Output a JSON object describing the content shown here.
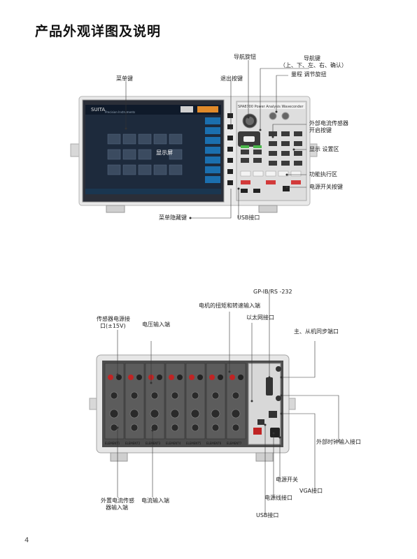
{
  "page": {
    "title": "产品外观详图及说明",
    "page_number": "4"
  },
  "front_panel": {
    "brand": "SUITA",
    "brand_sub": "Precision Instruments",
    "model": "SPA8700 Power Analysis Waveconder",
    "screen_overlay": "显示屏",
    "labels": {
      "nav_knob": "导航旋钮",
      "nav_keys": "导航键",
      "nav_keys_sub": "（上、下、左、右、确认）",
      "range_knob": "量程 调节旋扭",
      "menu_key": "菜单键",
      "exit_key": "退出按键",
      "ext_sensor_1": "外部电流传感器",
      "ext_sensor_2": "开启按键",
      "display_setting": "显示 设置区",
      "function_area": "功能执行区",
      "power_switch": "电源开关按键",
      "menu_hide": "菜单隐藏键",
      "usb": "USB接口"
    }
  },
  "rear_panel": {
    "element_names": [
      "ELEMENT1",
      "ELEMENT2",
      "ELEMENT3",
      "ELEMENT4",
      "ELEMENT5",
      "ELEMENT6",
      "ELEMENT7"
    ],
    "labels": {
      "gpib": "GP-IB/RS -232",
      "motor_input": "电机的扭矩和转速输入端",
      "ethernet": "以太网接口",
      "sensor_power_1": "传感器电源接",
      "sensor_power_2": "口(±15V)",
      "voltage_input": "电压输入端",
      "master_slave": "主、从机同步端口",
      "ext_clock": "外部时钟输入接口",
      "power_switch": "电源开关",
      "vga": "VGA接口",
      "power_cord": "电源线接口",
      "usb": "USB接口",
      "ext_sensor_in_1": "外置电流传感",
      "ext_sensor_in_2": "器输入端",
      "current_input": "电流输入端"
    }
  }
}
